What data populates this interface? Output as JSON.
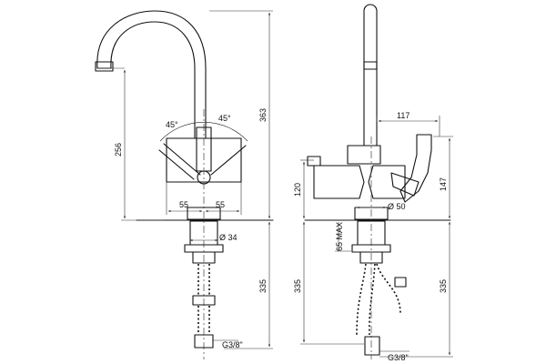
{
  "drawing": {
    "front_view": {
      "angle_left": "45°",
      "angle_right": "45°",
      "dim_height_axis": "256",
      "dim_total_height": "363",
      "dim_half_left": "55",
      "dim_half_right": "55",
      "dim_shank_diameter": "Ø 34",
      "dim_hose_length": "335",
      "thread_label": "G3/8\""
    },
    "side_view": {
      "dim_reach": "117",
      "dim_body_height": "120",
      "dim_handle_height": "147",
      "dim_base_diameter": "Ø 50",
      "dim_max_deck": "65 MAX",
      "dim_hose_left": "335",
      "dim_hose_right": "335",
      "thread_label": "G3/8\""
    }
  }
}
